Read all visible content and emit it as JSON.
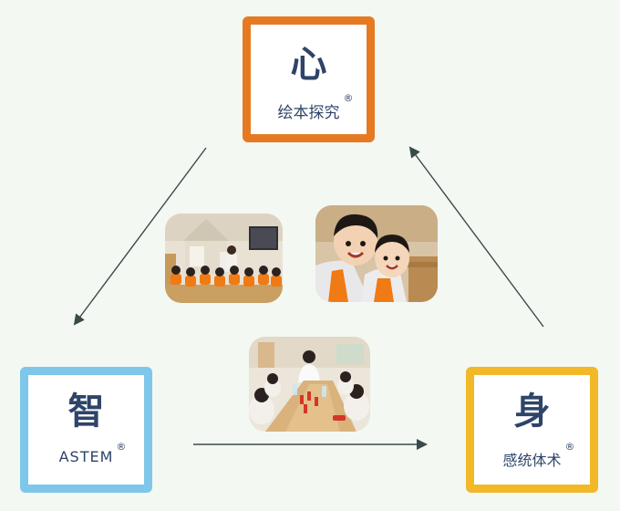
{
  "nodes": {
    "xin": {
      "character": "心",
      "label": "绘本探究",
      "registered": "®",
      "color": "#e67a22"
    },
    "zhi": {
      "character": "智",
      "label": "ASTEM",
      "registered": "®",
      "color": "#7ec6ea"
    },
    "shen": {
      "character": "身",
      "label": "感统体术",
      "registered": "®",
      "color": "#f2b828"
    }
  },
  "arrow_color": "#3a4a4a",
  "photos": [
    {
      "name": "classroom-photo"
    },
    {
      "name": "children-smiling-photo"
    },
    {
      "name": "science-activity-photo"
    }
  ]
}
